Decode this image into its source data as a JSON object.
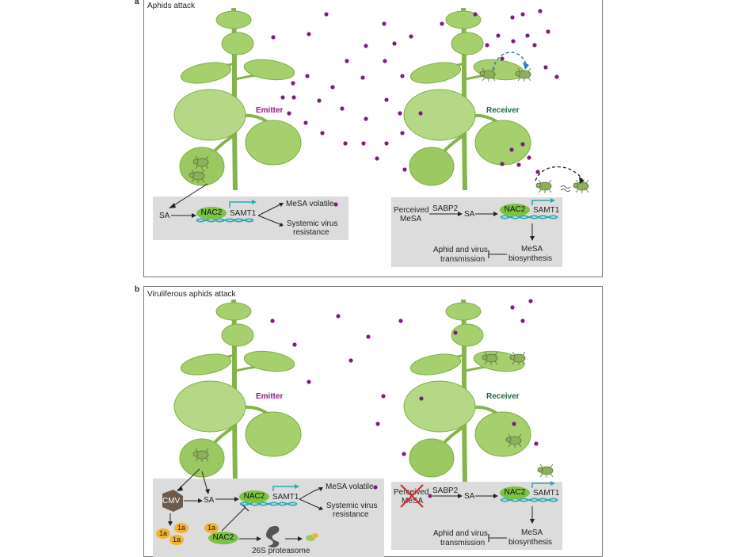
{
  "panels": [
    {
      "label": "a",
      "title": "Aphids attack",
      "emitter": "Emitter",
      "receiver": "Receiver",
      "left_box": {
        "sa": "SA",
        "nac2": "NAC2",
        "samt1": "SAMT1",
        "mesa_volatile": "MeSA volatile",
        "systemic_line1": "Systemic virus",
        "systemic_line2": "resistance"
      },
      "right_box": {
        "perceived_line1": "Perceived",
        "perceived_line2": "MeSA",
        "sabp2": "SABP2",
        "sa": "SA",
        "nac2": "NAC2",
        "samt1": "SAMT1",
        "mesa_bio_line1": "MeSA",
        "mesa_bio_line2": "biosynthesis",
        "aphid_line1": "Aphid and virus",
        "aphid_line2": "transmission"
      }
    },
    {
      "label": "b",
      "title": "Viruliferous aphids attack",
      "emitter": "Emitter",
      "receiver": "Receiver",
      "left_box": {
        "cmv": "CMV",
        "sa": "SA",
        "nac2": "NAC2",
        "samt1": "SAMT1",
        "mesa_volatile": "MeSA volatile",
        "systemic_line1": "Systemic virus",
        "systemic_line2": "resistance",
        "p1a": "1a",
        "nac2_bound": "NAC2",
        "proteasome": "26S proteasome"
      },
      "right_box": {
        "perceived_line1": "Perceived",
        "perceived_line2": "MeSA",
        "sabp2": "SABP2",
        "sa": "SA",
        "nac2": "NAC2",
        "samt1": "SAMT1",
        "mesa_bio_line1": "MeSA",
        "mesa_bio_line2": "biosynthesis",
        "aphid_line1": "Aphid and virus",
        "aphid_line2": "transmission"
      }
    }
  ],
  "colors": {
    "leaf": "#a6cf6e",
    "leaf_dark": "#7fae45",
    "stem": "#86b44c",
    "dot": "#7a1f7a",
    "box": "#dcdcdc",
    "dna_teal": "#2aa7b5",
    "nac2": "#7cc243",
    "cmv": "#6e5a4a",
    "p1a": "#f2b233"
  },
  "icons": [
    "plant-illustration",
    "aphid-icon",
    "dna-icon",
    "proteasome-icon",
    "cross-mark-icon"
  ]
}
